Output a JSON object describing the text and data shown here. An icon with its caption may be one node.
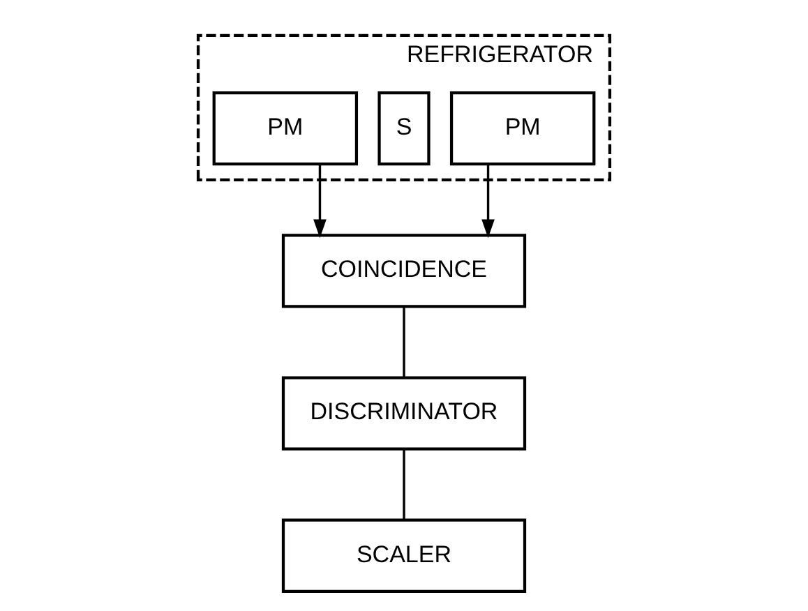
{
  "diagram": {
    "nodes": [
      {
        "text": [
          "REFRIGERATOR"
        ]
      },
      {
        "text": [
          "PM"
        ],
        "in": 0
      },
      {
        "text": [
          "S"
        ],
        "in": 0
      },
      {
        "text": [
          "PM"
        ],
        "in": 0
      },
      {
        "text": [
          "COINCIDENCE"
        ]
      },
      {
        "text": [
          "DISCRIMINATOR"
        ]
      },
      {
        "text": [
          "SCALER"
        ]
      }
    ],
    "edges": [
      {
        "from": 1,
        "to": 4,
        "arrow": "to"
      },
      {
        "from": 3,
        "to": 4,
        "arrow": "to"
      },
      {
        "from": 4,
        "to": 5,
        "arrow": "none"
      },
      {
        "from": 5,
        "to": 6,
        "arrow": "none"
      }
    ]
  }
}
